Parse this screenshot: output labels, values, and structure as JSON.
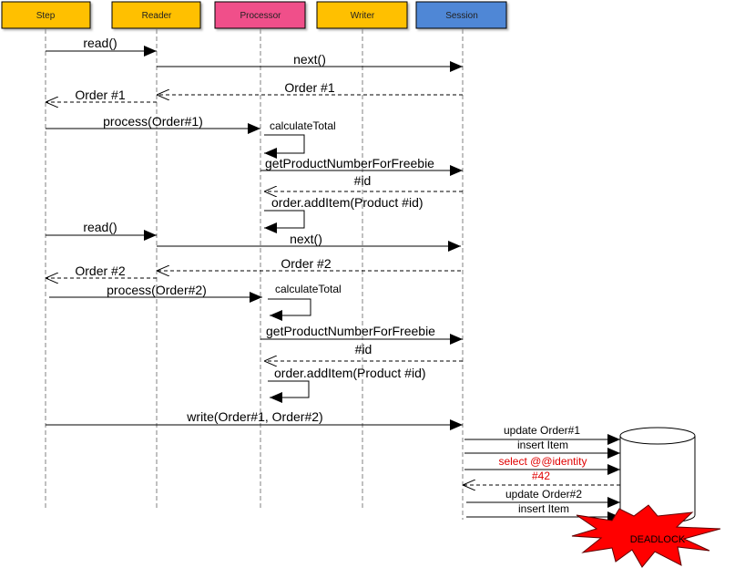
{
  "participants": {
    "step": {
      "label": "Step",
      "color": "#ffc000"
    },
    "reader": {
      "label": "Reader",
      "color": "#ffc000"
    },
    "processor": {
      "label": "Processor",
      "color": "#f0508a"
    },
    "writer": {
      "label": "Writer",
      "color": "#ffc000"
    },
    "session": {
      "label": "Session",
      "color": "#4f87d6"
    }
  },
  "messages": {
    "read_1": "read()",
    "next_1": "next()",
    "order1_return_session": "Order #1",
    "order1_return_reader": "Order #1",
    "process_1": "process(Order#1)",
    "calc_total_1": "calculateTotal",
    "get_product_1": "getProductNumberForFreebie",
    "id_return_1": "#id",
    "add_item_1": "order.addItem(Product #id)",
    "read_2": "read()",
    "next_2": "next()",
    "order2_return_session": "Order #2",
    "order2_return_reader": "Order #2",
    "process_2": "process(Order#2)",
    "calc_total_2": "calculateTotal",
    "get_product_2": "getProductNumberForFreebie",
    "id_return_2": "#id",
    "add_item_2": "order.addItem(Product #id)",
    "write": "write(Order#1, Order#2)"
  },
  "db_calls": {
    "update_order1": "update Order#1",
    "insert_item_1": "insert Item",
    "select_identity": "select @@identity",
    "id_42": "#42",
    "update_order2": "update Order#2",
    "insert_item_2": "insert Item"
  },
  "deadlock": {
    "label": "DEADLOCK",
    "color": "#ff0000"
  },
  "accent_red": "#e00000"
}
